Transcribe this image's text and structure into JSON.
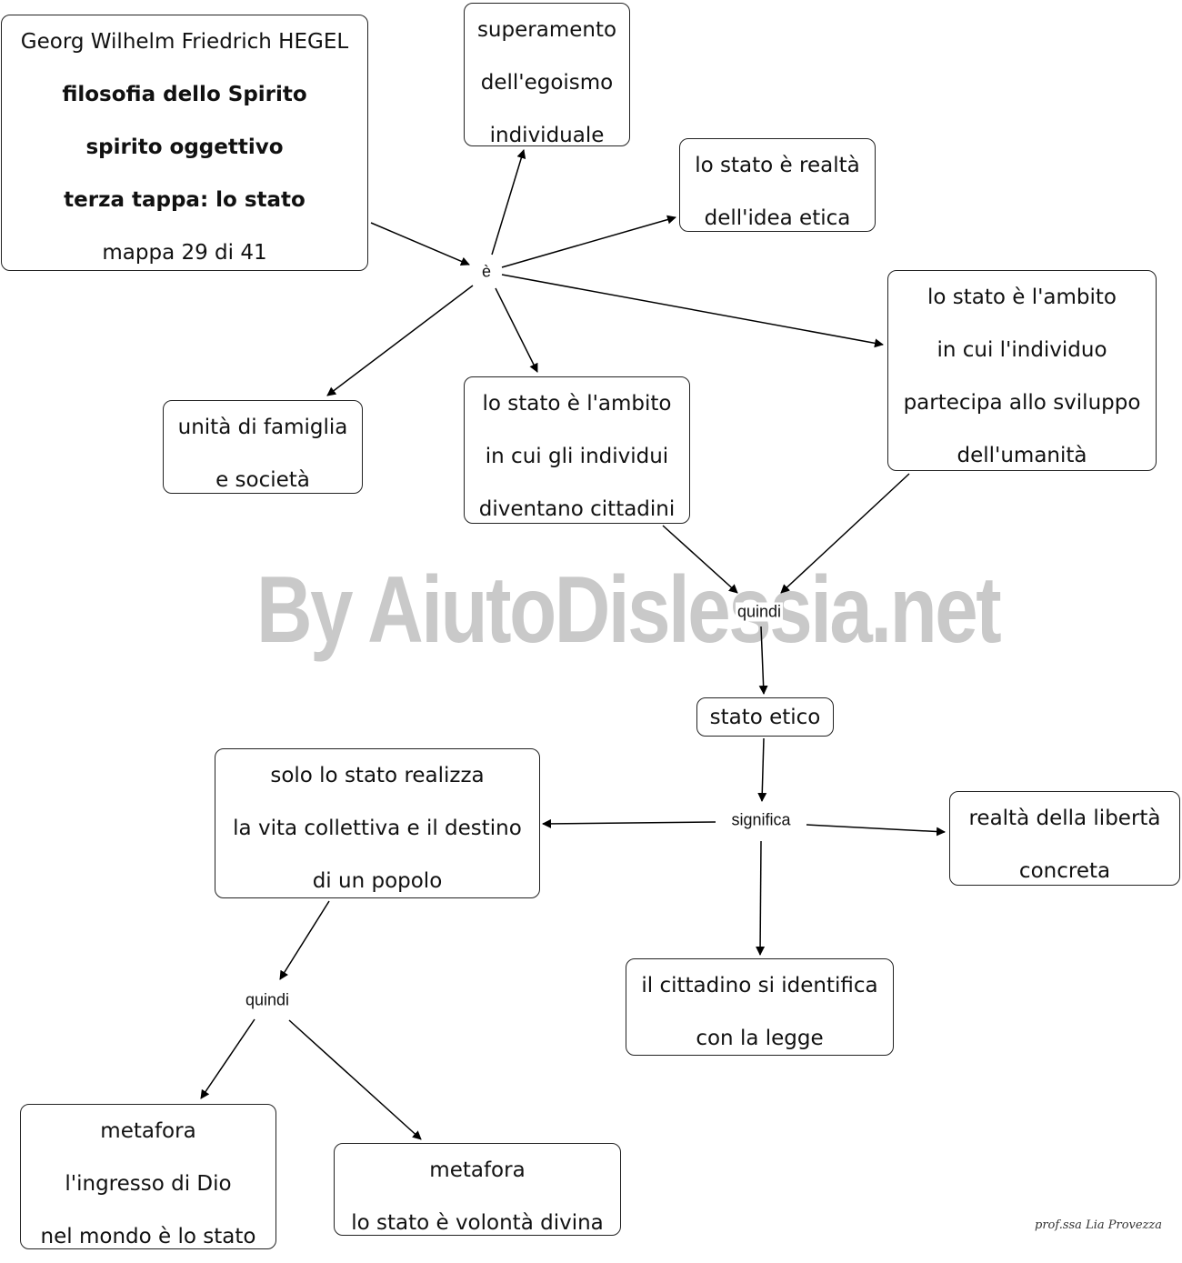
{
  "watermark": "By AiutoDislessia.net",
  "signature": "prof.ssa Lia Provezza",
  "title_box": {
    "author": "Georg Wilhelm Friedrich HEGEL",
    "topic": "filosofia dello Spirito",
    "subtopic": "spirito oggettivo",
    "stage": "terza tappa: lo stato",
    "map_index": "mappa 29 di 41"
  },
  "links": {
    "e": "è",
    "quindi_top": "quindi",
    "significa": "significa",
    "quindi_bottom": "quindi"
  },
  "concepts": {
    "superamento": [
      "superamento",
      "dell'egoismo",
      "individuale"
    ],
    "realta_idea": [
      "lo stato è realtà",
      "dell'idea etica"
    ],
    "ambito_individuo": [
      "lo stato è l'ambito",
      "in cui l'individuo",
      "partecipa allo sviluppo",
      "dell'umanità"
    ],
    "unita": [
      "unità di famiglia",
      "e società"
    ],
    "ambito_cittadini": [
      "lo stato è l'ambito",
      "in cui gli individui",
      "diventano cittadini"
    ],
    "stato_etico": [
      "stato etico"
    ],
    "vita_collettiva": [
      "solo lo stato realizza",
      "la vita collettiva e il destino",
      "di un popolo"
    ],
    "liberta": [
      "realtà della libertà",
      "concreta"
    ],
    "cittadino_legge": [
      "il cittadino si identifica",
      "con la legge"
    ],
    "metafora_dio": [
      "metafora",
      "l'ingresso di Dio",
      "nel mondo è lo stato"
    ],
    "metafora_volonta": [
      "metafora",
      "lo stato è volontà divina"
    ]
  }
}
